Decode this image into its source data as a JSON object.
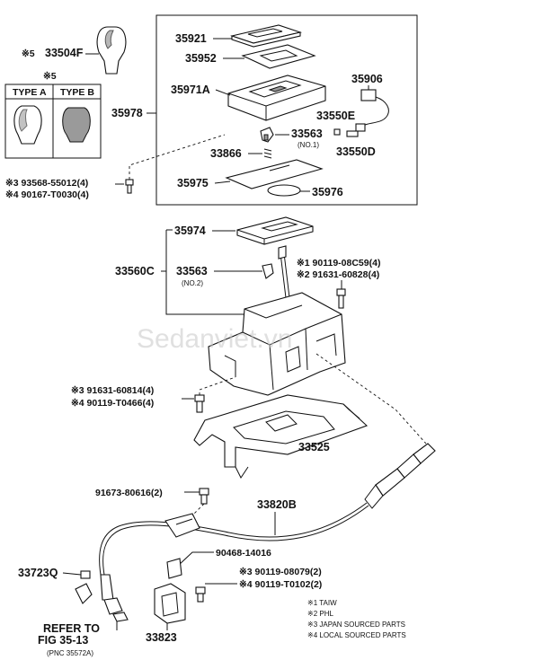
{
  "parts": {
    "p33504F": "33504F",
    "p33504F_prefix": "※5",
    "knob_note": "※5",
    "type_a": "TYPE A",
    "type_b": "TYPE B",
    "p35978": "35978",
    "p35921": "35921",
    "p35952": "35952",
    "p35971A": "35971A",
    "p35906": "35906",
    "p33550E": "33550E",
    "p33563_top": "33563",
    "p33563_top_note": "(NO.1)",
    "p33550D": "33550D",
    "p33866": "33866",
    "p35975": "35975",
    "p35976": "35976",
    "bolt_a1": "※3 93568-55012(4)",
    "bolt_a2": "※4 90167-T0030(4)",
    "p35974": "35974",
    "p33560C": "33560C",
    "p33563_mid": "33563",
    "p33563_mid_note": "(NO.2)",
    "bolt_b1": "※1 90119-08C59(4)",
    "bolt_b2": "※2 91631-60828(4)",
    "bolt_c1": "※3 91631-60814(4)",
    "bolt_c2": "※4 90119-T0466(4)",
    "p33525": "33525",
    "p91673": "91673-80616(2)",
    "p33820B": "33820B",
    "p90468": "90468-14016",
    "p33723Q": "33723Q",
    "bolt_d1": "※3 90119-08079(2)",
    "bolt_d2": "※4 90119-T0102(2)",
    "refer1": "REFER TO",
    "refer2": "FIG 35-13",
    "refer3": "(PNC 35572A)",
    "p33823": "33823"
  },
  "legend": {
    "n1": "※1 TAIW",
    "n2": "※2 PHL",
    "n3": "※3 JAPAN SOURCED PARTS",
    "n4": "※4 LOCAL SOURCED PARTS"
  },
  "watermark": "Sedanviet.vn",
  "colors": {
    "line": "#111111",
    "background": "#ffffff",
    "shade": "#9a9a9a"
  }
}
